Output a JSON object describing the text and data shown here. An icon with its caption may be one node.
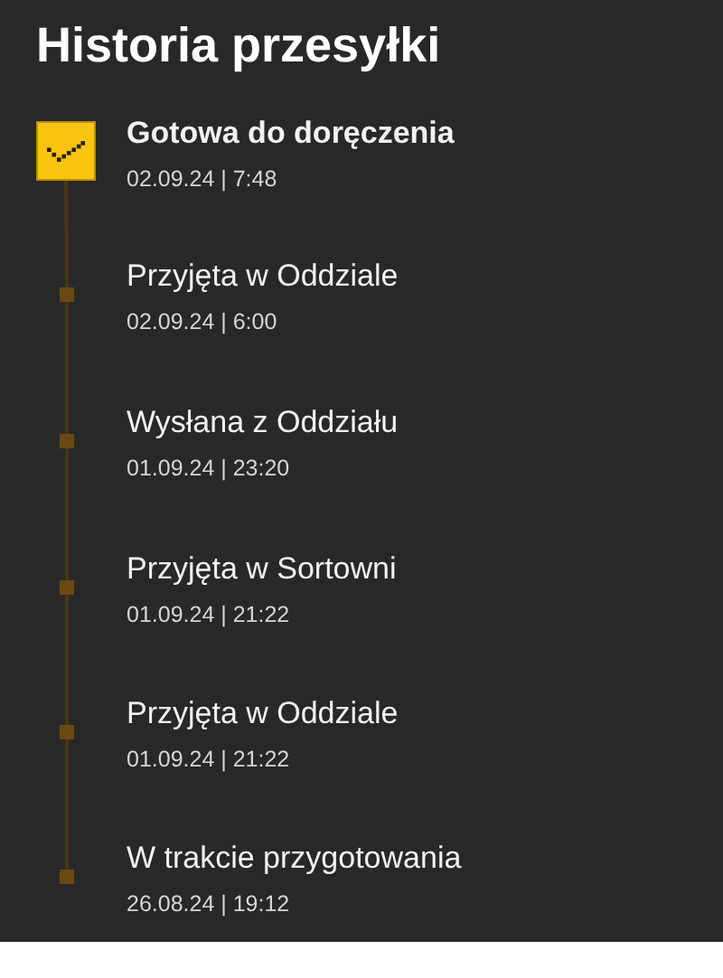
{
  "diagram": {
    "title": "Historia przesyłki",
    "nodes": [
      {
        "text": [],
        "shape": "box",
        "beside": [
          "Gotowa do doręczenia",
          "02.09.24 | 7:48"
        ]
      },
      {
        "text": [],
        "shape": "box",
        "beside": [
          "Przyjęta w Oddziale",
          "02.09.24 | 6:00"
        ]
      },
      {
        "text": [],
        "shape": "box",
        "beside": [
          "Wysłana z Oddziału",
          "01.09.24 | 23:20"
        ]
      },
      {
        "text": [],
        "shape": "box",
        "beside": [
          "Przyjęta w Sortowni",
          "01.09.24 | 21:22"
        ]
      },
      {
        "text": [],
        "shape": "box",
        "beside": [
          "Przyjęta w Oddziale",
          "01.09.24 | 21:22"
        ]
      },
      {
        "text": [],
        "shape": "box",
        "beside": [
          "W trakcie przygotowania",
          "26.08.24 | 19:12"
        ]
      }
    ],
    "edges": [
      {
        "from": 0,
        "to": 1,
        "arrow": "none"
      },
      {
        "from": 1,
        "to": 2,
        "arrow": "none"
      },
      {
        "from": 2,
        "to": 3,
        "arrow": "none"
      },
      {
        "from": 3,
        "to": 4,
        "arrow": "none"
      },
      {
        "from": 4,
        "to": 5,
        "arrow": "none"
      }
    ]
  }
}
